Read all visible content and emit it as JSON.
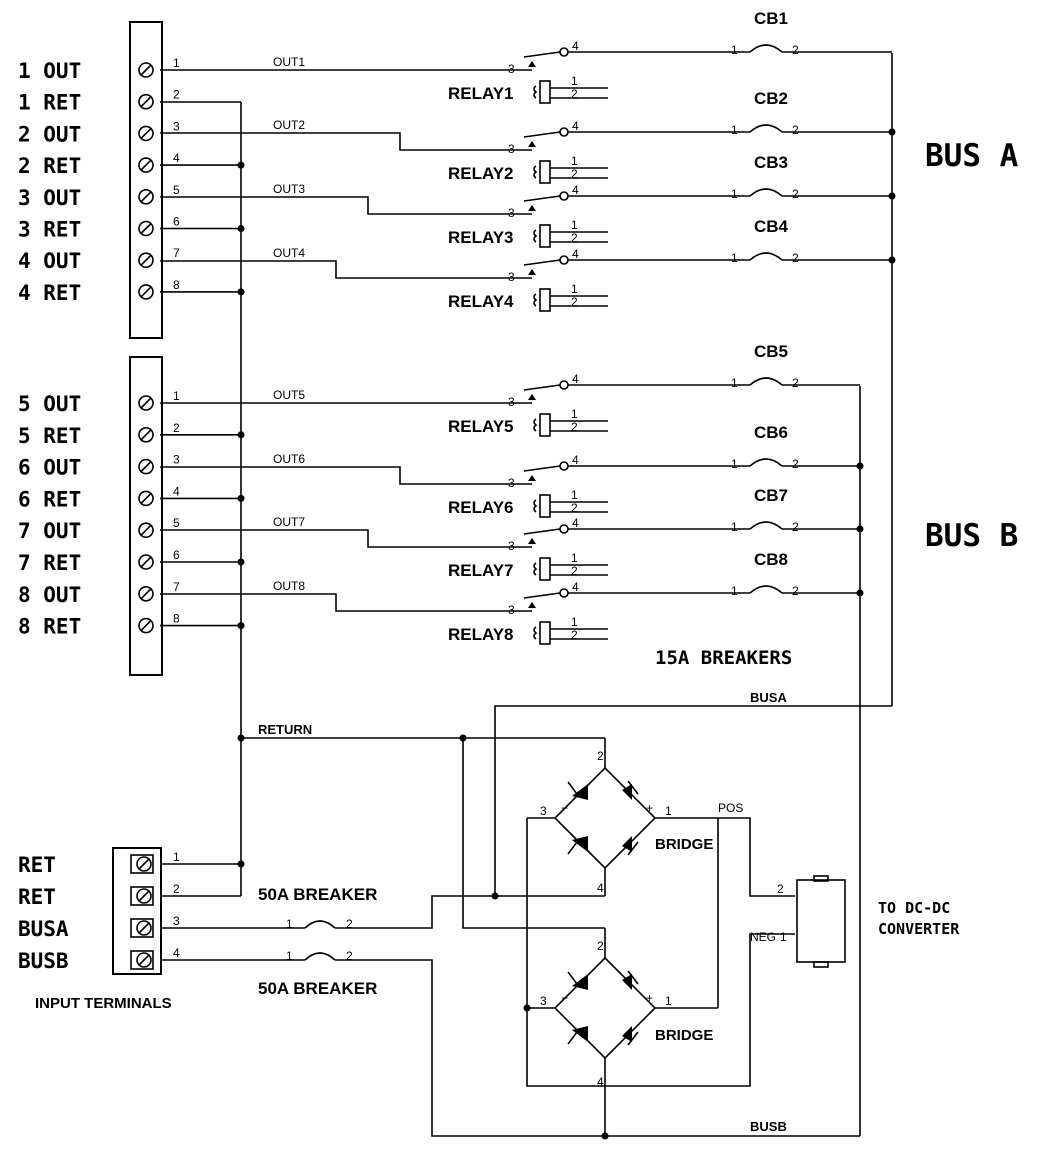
{
  "terminal_block_1": {
    "labels": [
      "1 OUT",
      "1 RET",
      "2 OUT",
      "2 RET",
      "3 OUT",
      "3 RET",
      "4 OUT",
      "4 RET"
    ],
    "pins": [
      "1",
      "2",
      "3",
      "4",
      "5",
      "6",
      "7",
      "8"
    ]
  },
  "terminal_block_2": {
    "labels": [
      "5 OUT",
      "5 RET",
      "6 OUT",
      "6 RET",
      "7 OUT",
      "7 RET",
      "8 OUT",
      "8 RET"
    ],
    "pins": [
      "1",
      "2",
      "3",
      "4",
      "5",
      "6",
      "7",
      "8"
    ]
  },
  "channels": [
    {
      "net": "OUT1",
      "relay": "RELAY1",
      "breaker": "CB1"
    },
    {
      "net": "OUT2",
      "relay": "RELAY2",
      "breaker": "CB2"
    },
    {
      "net": "OUT3",
      "relay": "RELAY3",
      "breaker": "CB3"
    },
    {
      "net": "OUT4",
      "relay": "RELAY4",
      "breaker": "CB4"
    },
    {
      "net": "OUT5",
      "relay": "RELAY5",
      "breaker": "CB5"
    },
    {
      "net": "OUT6",
      "relay": "RELAY6",
      "breaker": "CB6"
    },
    {
      "net": "OUT7",
      "relay": "RELAY7",
      "breaker": "CB7"
    },
    {
      "net": "OUT8",
      "relay": "RELAY8",
      "breaker": "CB8"
    }
  ],
  "relay_pins": {
    "common": "3",
    "contact": "4",
    "coil_a": "1",
    "coil_b": "2"
  },
  "breaker_pins": {
    "in": "1",
    "out": "2"
  },
  "bus_labels": {
    "bus_a": "BUS A",
    "bus_b": "BUS B"
  },
  "breaker_note": "15A BREAKERS",
  "nets": {
    "busa": "BUSA",
    "busb": "BUSB",
    "return": "RETURN",
    "pos": "POS",
    "neg": "NEG"
  },
  "input_terminals": {
    "title": "INPUT TERMINALS",
    "labels": [
      "RET",
      "RET",
      "BUSA",
      "BUSB"
    ],
    "pins": [
      "1",
      "2",
      "3",
      "4"
    ]
  },
  "main_breakers": [
    "50A BREAKER",
    "50A BREAKER"
  ],
  "bridges": [
    {
      "label": "BRIDGE",
      "pins": {
        "top": "2",
        "left": "3",
        "right": "1",
        "bottom": "4"
      },
      "minus": "−",
      "plus": "+"
    },
    {
      "label": "BRIDGE",
      "pins": {
        "top": "2",
        "left": "3",
        "right": "1",
        "bottom": "4"
      },
      "minus": "−",
      "plus": "+"
    }
  ],
  "converter": {
    "label_line1": "TO DC-DC",
    "label_line2": "CONVERTER",
    "pins": {
      "pos": "2",
      "neg": "1"
    }
  }
}
